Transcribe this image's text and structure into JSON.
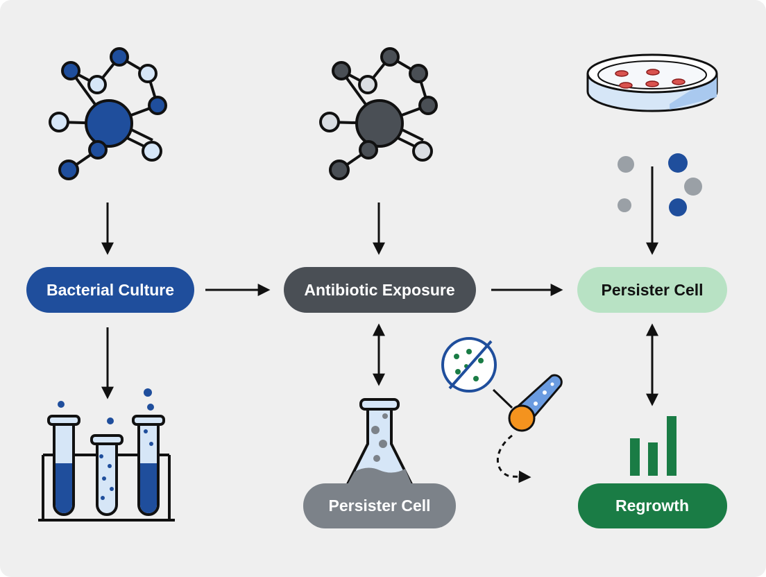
{
  "nodes": {
    "bacterial_culture": "Bacterial Culture",
    "antibiotic_exposure": "Antibiotic Exposure",
    "persister_cell_right": "Persister Cell",
    "persister_cell_bottom": "Persister Cell",
    "regrowth": "Regrowth"
  },
  "colors": {
    "background": "#efefef",
    "blue": "#1f4e9c",
    "dark_gray": "#4a4f55",
    "light_green": "#b8e2c4",
    "mid_gray": "#7c8289",
    "green": "#1a7c45",
    "orange": "#f4931e",
    "light_blue": "#d6e6f7"
  },
  "icons": [
    "molecule-blue-icon",
    "molecule-gray-icon",
    "petri-dish-icon",
    "particles-icon",
    "test-tubes-icon",
    "flask-icon",
    "no-bacteria-icon",
    "pipette-icon",
    "bar-chart-icon"
  ]
}
